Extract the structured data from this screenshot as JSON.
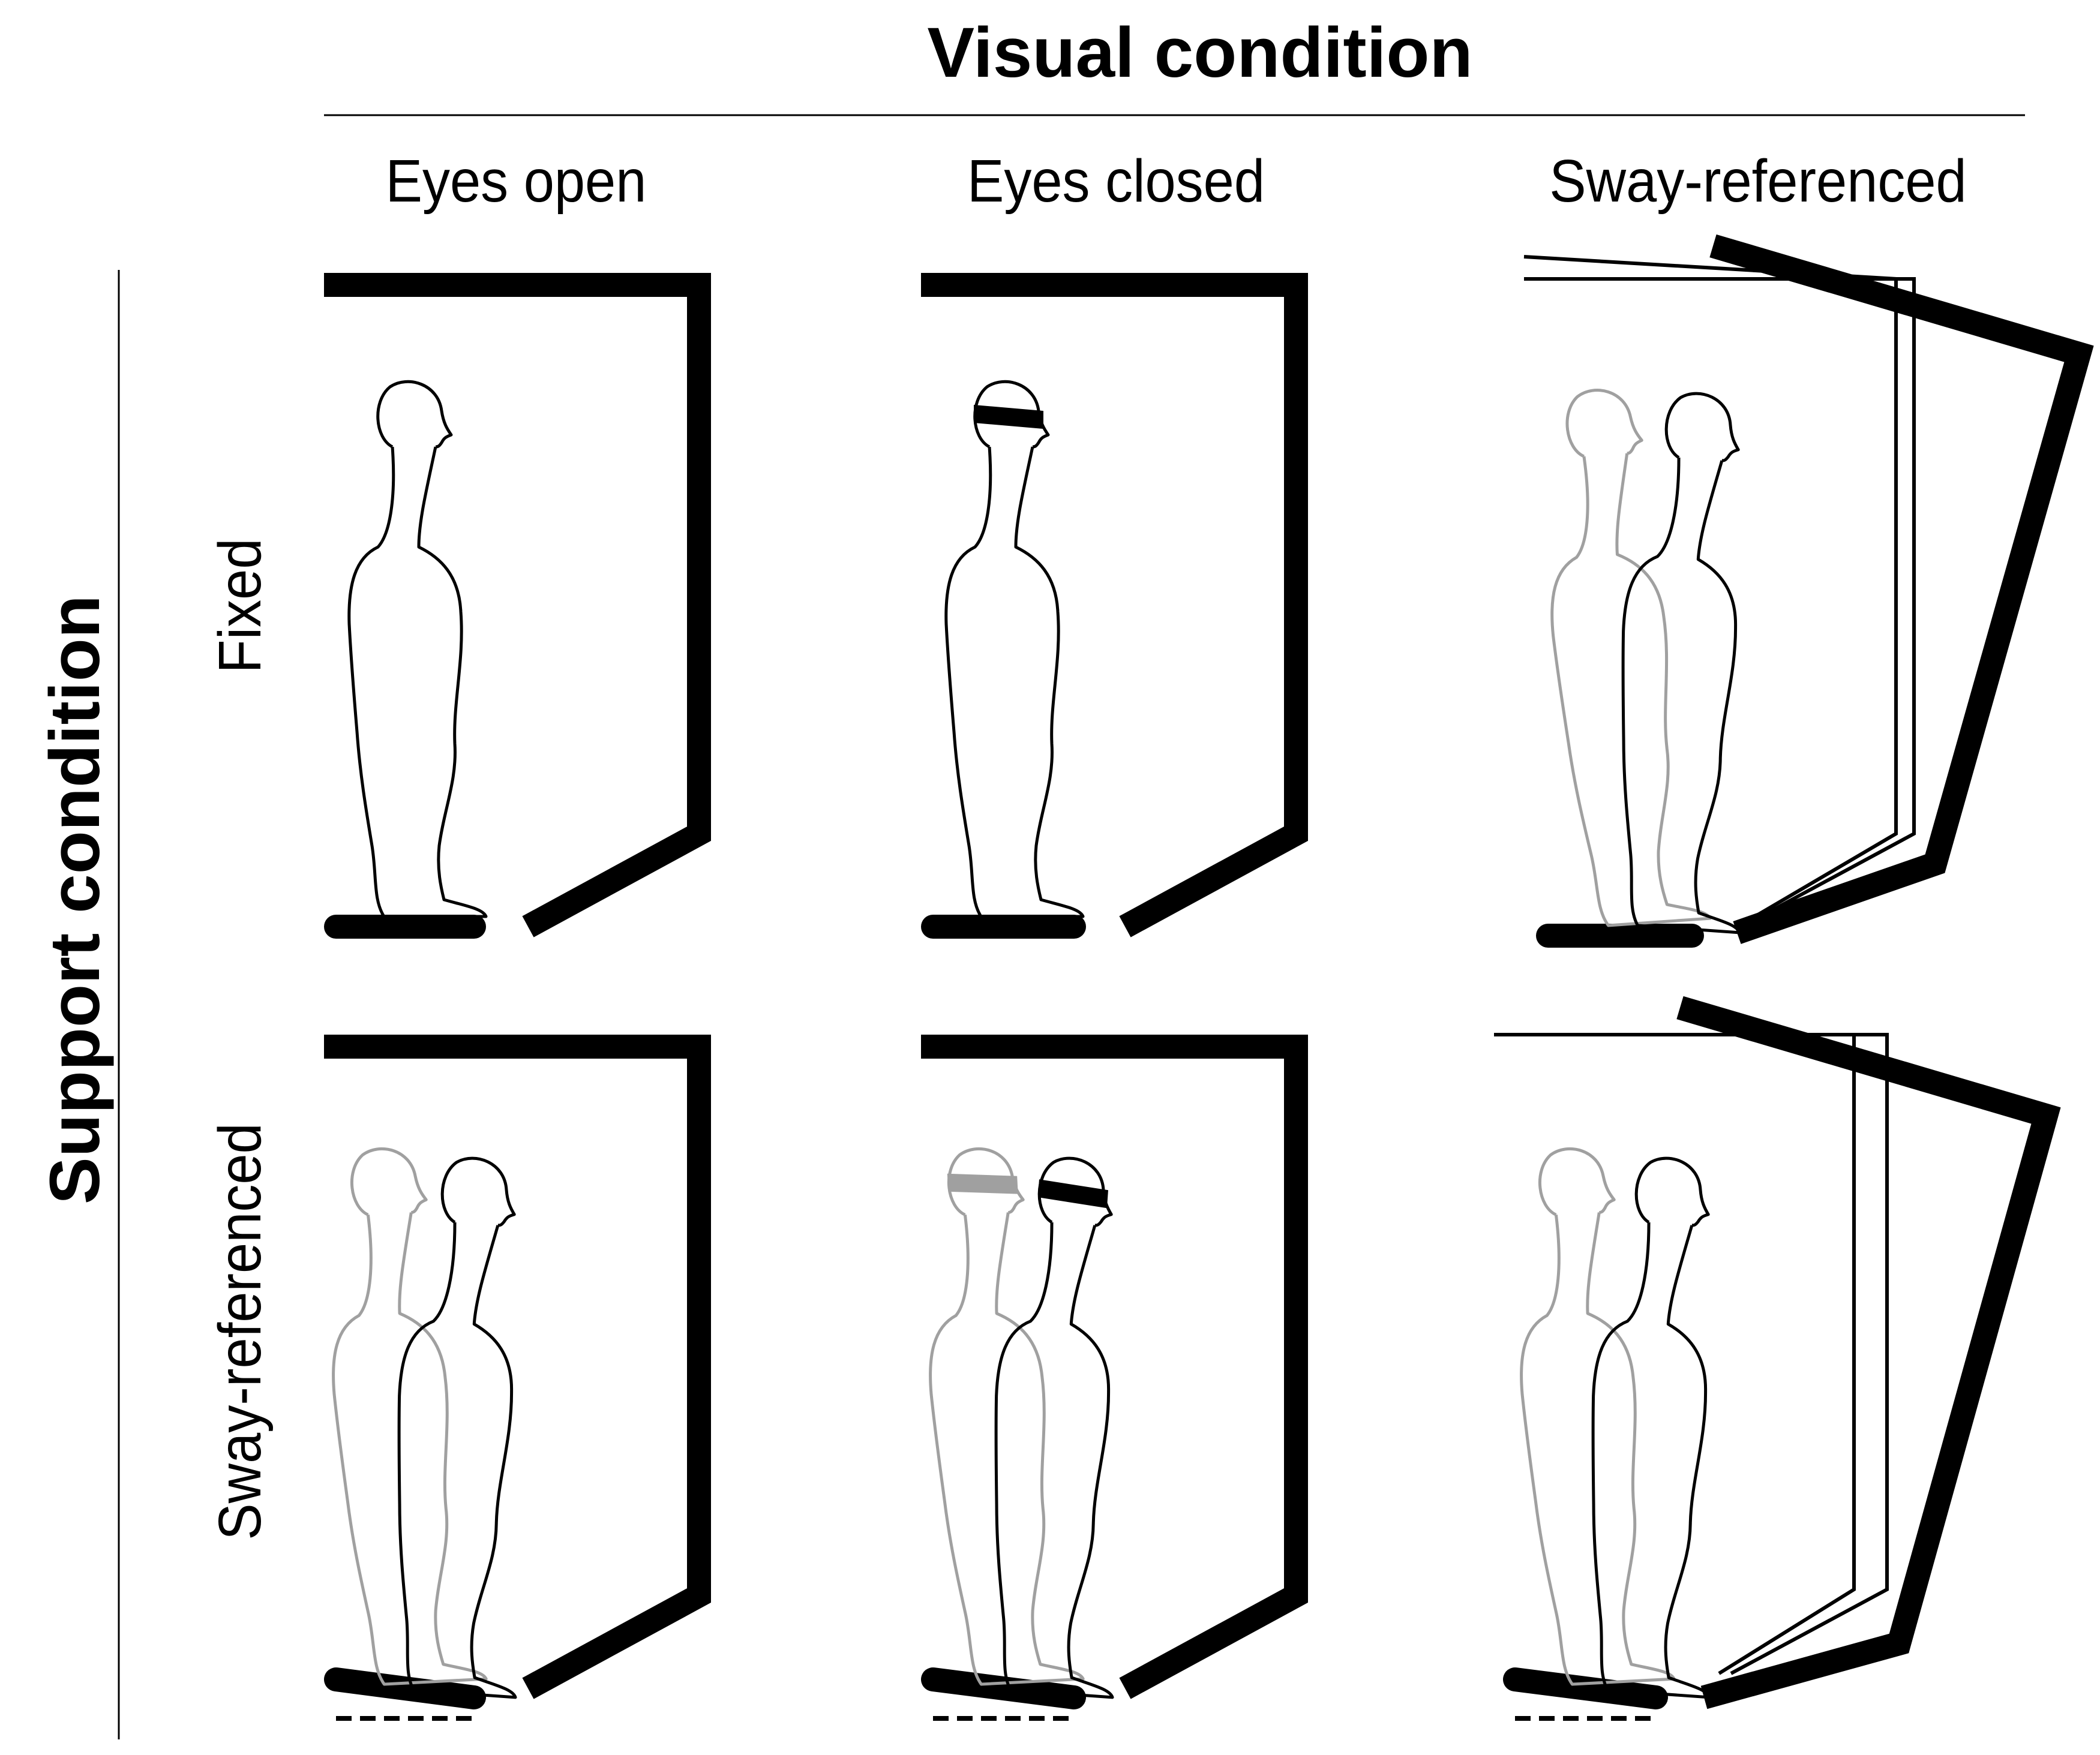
{
  "title": "Visual condition",
  "side_title": "Support condition",
  "columns": [
    "Eyes open",
    "Eyes closed",
    "Sway-referenced"
  ],
  "rows": [
    "Fixed",
    "Sway-referenced"
  ],
  "panels": [
    {
      "row": 0,
      "col": 0,
      "surround": "fixed",
      "platform": "fixed",
      "eyes": "open"
    },
    {
      "row": 0,
      "col": 1,
      "surround": "fixed",
      "platform": "fixed",
      "eyes": "closed"
    },
    {
      "row": 0,
      "col": 2,
      "surround": "sway-referenced",
      "platform": "fixed",
      "eyes": "open"
    },
    {
      "row": 1,
      "col": 0,
      "surround": "fixed",
      "platform": "sway-referenced",
      "eyes": "open"
    },
    {
      "row": 1,
      "col": 1,
      "surround": "fixed",
      "platform": "sway-referenced",
      "eyes": "closed"
    },
    {
      "row": 1,
      "col": 2,
      "surround": "sway-referenced",
      "platform": "sway-referenced",
      "eyes": "open"
    }
  ],
  "colors": {
    "ink": "#000000",
    "ghost": "#a0a0a0"
  }
}
